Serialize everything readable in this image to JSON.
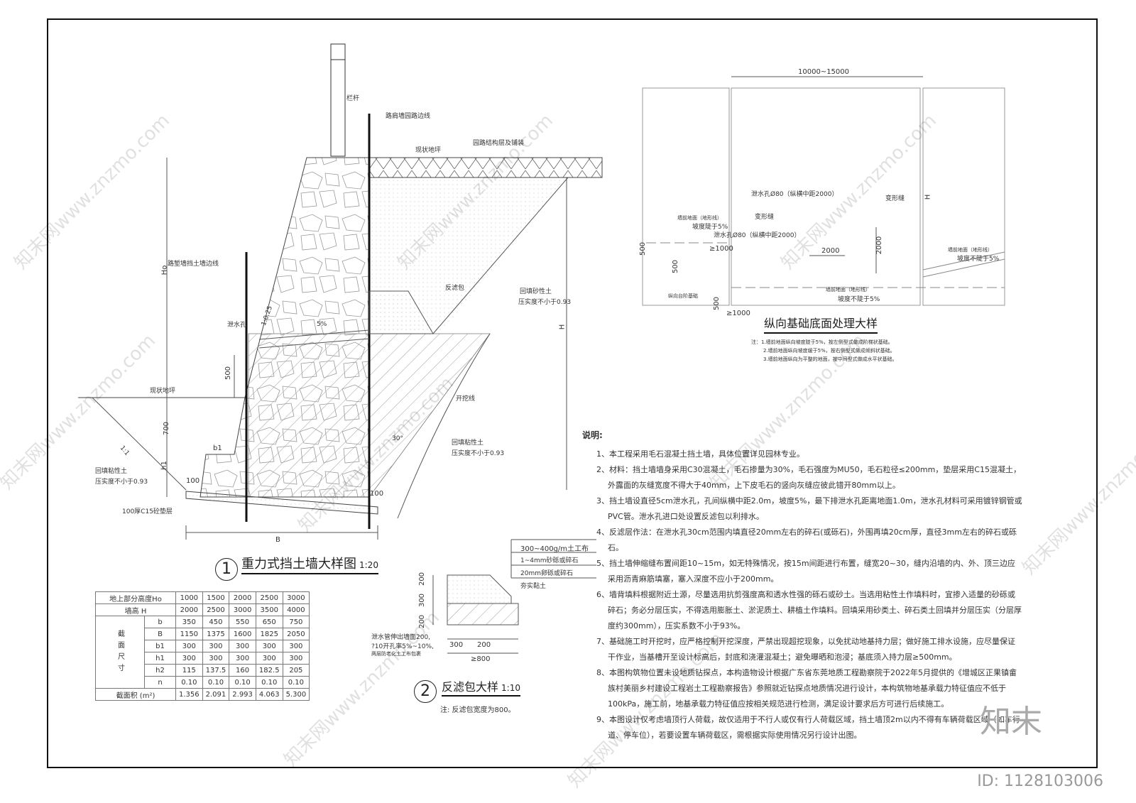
{
  "drawing1": {
    "title": "重力式挡土墙大样图",
    "scale": "1:20",
    "number": "1",
    "labels": {
      "railing": "栏杆",
      "road_edge_line": "路肩墙园路边线",
      "existing_ground_top": "现状地坪",
      "pavement_structure": "园路结构层及铺装",
      "embankment_line": "路堑墙挡土墙边线",
      "filter_pack": "反滤包",
      "backfill_sand": "回填砂性土",
      "backfill_sand_compaction": "压实度不小于0.93",
      "drain_hole": "泄水孔",
      "slope_wall": "1:0.25",
      "slope_pct": "5%",
      "existing_ground_left": "现状地坪",
      "excavation_line": "开挖线",
      "backfill_clay_right": "回填粘性土",
      "backfill_clay_right_compaction": "压实度不小于0.93",
      "angle": "30°",
      "slope_left": "1:1",
      "backfill_clay_left": "回填粘性土",
      "backfill_clay_left_compaction": "压实度不小于0.93",
      "cushion": "100厚C15砼垫层"
    },
    "dims": {
      "Ho": "Ho",
      "H": "H",
      "d500": "500",
      "d700": "700",
      "h1": "h1",
      "b1": "b1",
      "d100_left": "100",
      "d100_right": "100",
      "B": "B"
    }
  },
  "spec_table": {
    "row_ho_label": "地上部分高度Ho",
    "row_h_label": "墙高 H",
    "group_label": "截面尺寸",
    "area_label": "截面积 (m²)",
    "ho": [
      "1000",
      "1500",
      "2000",
      "2500",
      "3000"
    ],
    "h": [
      "2000",
      "2500",
      "3000",
      "3500",
      "4000"
    ],
    "rows": [
      {
        "name": "b",
        "values": [
          "350",
          "450",
          "550",
          "650",
          "750"
        ]
      },
      {
        "name": "B",
        "values": [
          "1150",
          "1375",
          "1600",
          "1825",
          "2050"
        ]
      },
      {
        "name": "b1",
        "values": [
          "300",
          "300",
          "300",
          "300",
          "300"
        ]
      },
      {
        "name": "h1",
        "values": [
          "300",
          "300",
          "300",
          "300",
          "300"
        ]
      },
      {
        "name": "h2",
        "values": [
          "115",
          "137.5",
          "160",
          "182.5",
          "205"
        ]
      },
      {
        "name": "n",
        "values": [
          "0.10",
          "0.10",
          "0.10",
          "0.10",
          "0.10"
        ]
      }
    ],
    "area": [
      "1.356",
      "2.091",
      "2.993",
      "4.063",
      "5.300"
    ]
  },
  "drawing2": {
    "title": "反滤包大样",
    "scale": "1:10",
    "number": "2",
    "layers": [
      "300~400g/m土工布",
      "1~4mm砂砾或碎石",
      "20mm卵砾或碎石",
      "夯实黏土"
    ],
    "pipe_note_1": "泄水管伸出墙面200,",
    "pipe_note_2": "?10开孔率5%~10%,",
    "pipe_note_3": "两层防老化土工布包裹",
    "dims": {
      "v1": "200",
      "v2": "300",
      "v3": "200",
      "h1": "300",
      "h2": "200",
      "total": "≥800"
    },
    "note": "注: 反滤包宽度为800。"
  },
  "drawing3": {
    "title": "纵向基础底面处理大样",
    "top_dim": "10000~15000",
    "H": "H",
    "labels": {
      "drain_hole_1": "泄水孔Ø80（纵横中距2000）",
      "drain_hole_2": "泄水孔Ø80（纵横中距2000）",
      "joint_1": "变形缝",
      "joint_2": "变形缝",
      "ground_left_1": "墙前地面（地形线）",
      "ground_left_2": "坡度陡于5%",
      "ground_mid_1": "墙前地面（地形线）",
      "ground_mid_2": "坡度不陡于5%",
      "ground_right_1": "墙前地面（地形线）",
      "ground_right_2": "坡度不陡于5%",
      "step_foundation": "纵向台阶基础"
    },
    "dims": {
      "d500a": "500",
      "d500b": "500",
      "d500c": "500",
      "ge1000a": "≥1000",
      "ge1000b": "≥1000",
      "d2000h": "2000",
      "d2000v": "2000"
    },
    "notes": [
      "注：1.墙前地面纵向坡度陡于5%，按左侧型式做成阶梯状基础。",
      "2.墙前地面纵向坡度缓于5%，按右侧型式做成倾斜状基础。",
      "3.墙前地面纵向为平整的地面，按中间型式做成水平状基础。"
    ]
  },
  "notes": {
    "heading": "说明:",
    "items": [
      "1、本工程采用毛石混凝土挡土墙，具体位置详见园林专业。",
      "2、材料：挡土墙墙身采用C30混凝土，毛石掺量为30%，毛石强度为MU50，毛石粒径≤200mm，垫层采用C15混凝土，外露面的灰缝宽度不得大于40mm，上下皮毛石的竖向灰缝应彼此错开80mm以上。",
      "3、挡土墙设直径5cm泄水孔，孔间纵横中距2.0m，坡度5%，最下排泄水孔距离地面1.0m，泄水孔材料可采用镀锌钢管或PVC管。泄水孔进口处设置反滤包以利排水。",
      "4、反滤层作法：在泄水孔30cm范围内填直径20mm左右的碎石(或砾石)，外围再填20cm厚，直径3mm左右的碎石或砾石。",
      "5、挡土墙伸缩缝布置间距10~15m，如无特殊情况，按15m间距进行布置，缝宽20~30，缝内沿墙的内、外、顶三边应采用沥青麻筋填塞，塞入深度不应小于200mm。",
      "6、墙背填料根据附近土源，尽量选用抗剪强度高和透水性强的砾石或砂土。当选用粘性土作填料时，宜掺入适量的砂砾或碎石；务必分层压实，不得选用膨胀土、淤泥质土、耕植土作填料。回填采用砂类土、碎石类土回填并分层压实（分层厚度约300mm），压实系数不小于93%。",
      "7、基础施工时开挖时，应严格控制开挖深度，严禁出现超挖现象，以免扰动地基持力层；做好施工排水设施，应尽量保证干作业，当基槽开至设计标高后，封底和浇灌混凝土；避免曝晒和泡浸；基底须入持力层≥500mm。",
      "8、本图构筑物位置未设地质钻探点，本构造物设计根据广东省东莞地质工程勘察院于2022年5月提供的《增城区正果镇畲族村美丽乡村建设工程岩土工程勘察报告》参照就近钻探点地质情况进行设计，本构筑物地基承载力特征值应不低于100kPa，施工前，地基承载力特征值应按相关规范进行检测，满足设计要求后方可进行后续施工。",
      "9、本图设计仅考虑墙顶行人荷载，故仅适用于不行人或仅有行人荷载区域，挡土墙顶2m以内不得有车辆荷载区域（如车行道、停车位），若要设置车辆荷载区，需根据实际使用情况另行设计出图。"
    ]
  },
  "watermark": {
    "text": "知末网www.znzmo.com",
    "logo": "知末",
    "id": "ID: 1128103006"
  }
}
